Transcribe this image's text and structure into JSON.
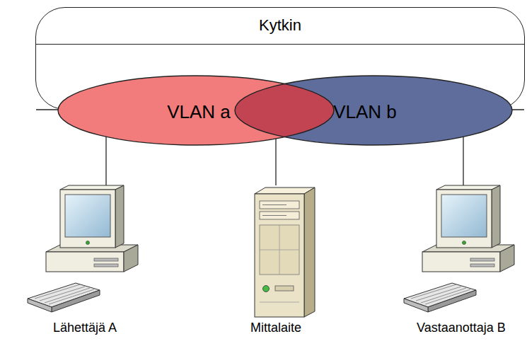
{
  "diagram": {
    "nodes": [
      {
        "text": [
          "Kytkin"
        ]
      },
      {
        "text": [
          "VLAN a"
        ],
        "in": 0
      },
      {
        "text": [
          "VLAN b"
        ],
        "in": 0
      },
      {
        "text": [
          "Lähettäjä A"
        ]
      },
      {
        "text": [
          "Mittalaite"
        ]
      },
      {
        "text": [
          "Vastaanottaja B"
        ]
      }
    ],
    "edges": [
      {
        "from": 1,
        "to": 3,
        "arrow": "none"
      },
      {
        "from": 1,
        "to": 4,
        "arrow": "none"
      },
      {
        "from": 2,
        "to": 5,
        "arrow": "none"
      }
    ]
  }
}
